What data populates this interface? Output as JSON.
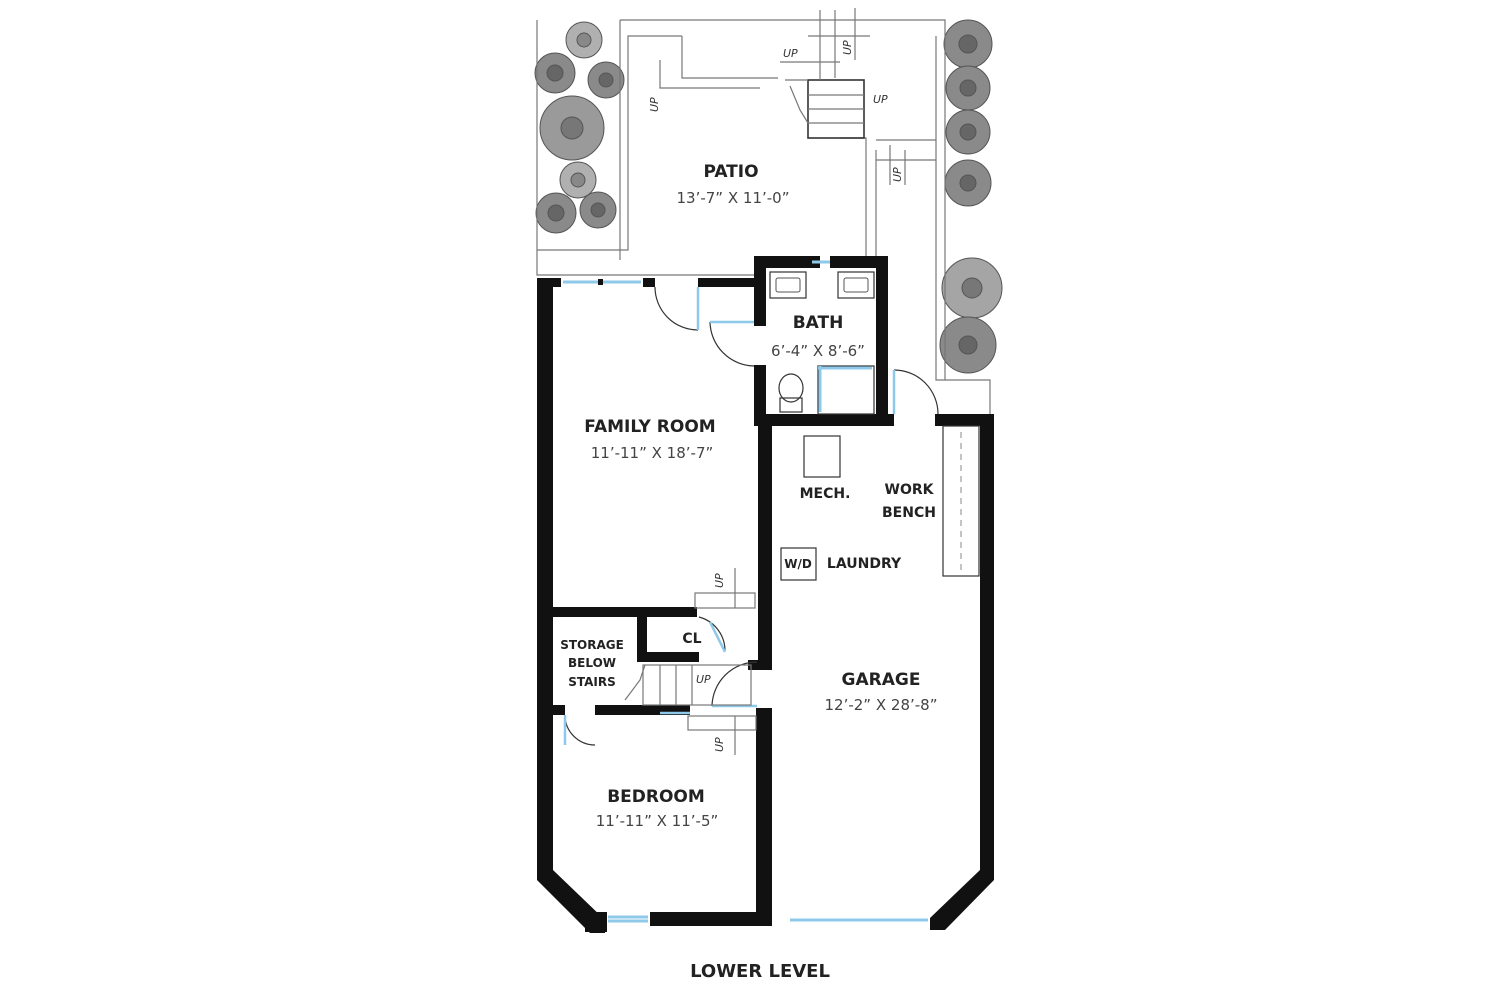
{
  "rooms": {
    "patio": {
      "name": "PATIO",
      "dims": "13’-7” X 11’-0”"
    },
    "bath": {
      "name": "BATH",
      "dims": "6’-4” X 8’-6”"
    },
    "family_room": {
      "name": "FAMILY ROOM",
      "dims": "11’-11” X 18’-7”"
    },
    "mech": {
      "name": "MECH."
    },
    "work_bench": {
      "line1": "WORK",
      "line2": "BENCH"
    },
    "laundry": {
      "appliance": "W/D",
      "name": "LAUNDRY"
    },
    "closet": {
      "name": "CL"
    },
    "storage": {
      "line1": "STORAGE",
      "line2": "BELOW",
      "line3": "STAIRS"
    },
    "garage": {
      "name": "GARAGE",
      "dims": "12’-2” X 28’-8”"
    },
    "bedroom": {
      "name": "BEDROOM",
      "dims": "11’-11” X 11’-5”"
    }
  },
  "stairs_label": "UP",
  "level_title": "LOWER LEVEL"
}
